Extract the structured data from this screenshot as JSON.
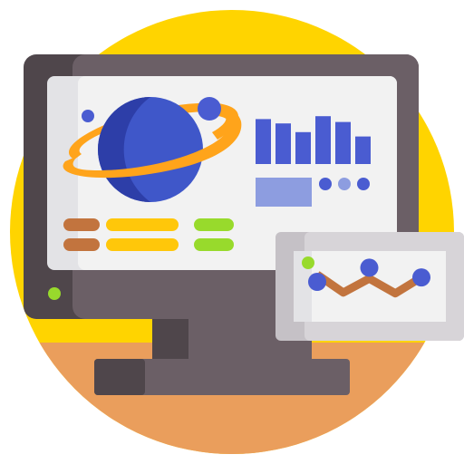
{
  "illustration": {
    "icon": "desktop-monitor-astronomy-analytics-icon",
    "palette": {
      "background_circle": "#FFD400",
      "ground": "#EA9E5C",
      "monitor_frame": "#6B5F66",
      "monitor_frame_dark": "#4F464B",
      "screen": "#F2F2F2",
      "screen_shade": "#E3E3E6",
      "planet": "#3F57C9",
      "planet_dark": "#2D3EA8",
      "ring": "#FFA41B",
      "bar": "#4A5CD1",
      "bar_light": "#8D9DE0",
      "dot": "#4A5CD1",
      "dot_light": "#8D9DE0",
      "line_brown": "#C2743E",
      "line_yellow": "#FFC70A",
      "line_green": "#98DA2C",
      "power_led": "#98DA2C",
      "card_frame": "#D7D4D8",
      "card_frame_dark": "#C5C1C6",
      "trend_line": "#C2743E"
    },
    "screen_bar_levels": [
      0.62,
      0.56,
      0.44,
      0.66,
      0.58,
      0.38
    ],
    "trend_points": [
      0.25,
      0.7,
      0.35,
      0.72,
      0.32
    ]
  }
}
